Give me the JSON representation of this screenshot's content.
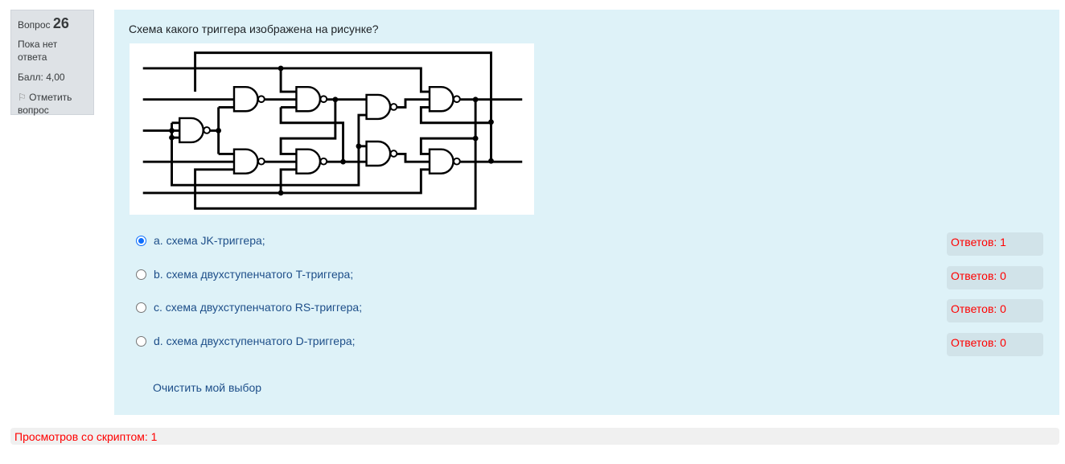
{
  "info": {
    "question_label": "Вопрос",
    "question_number": "26",
    "status": "Пока нет ответа",
    "score": "Балл: 4,00",
    "flag_label": "Отметить вопрос"
  },
  "question": {
    "text": "Схема какого триггера изображена на рисунке?"
  },
  "answers": [
    {
      "text": "a. схема JK-триггера;",
      "checked": true,
      "count": "Ответов: 1"
    },
    {
      "text": "b. схема двухступенчатого T-триггера;",
      "checked": false,
      "count": "Ответов: 0"
    },
    {
      "text": "c. схема двухступенчатого RS-триггера;",
      "checked": false,
      "count": "Ответов: 0"
    },
    {
      "text": "d. схема двухступенчатого D-триггера;",
      "checked": false,
      "count": "Ответов: 0"
    }
  ],
  "clear_label": "Очистить мой выбор",
  "footer": {
    "text": "Просмотров со скриптом: 1"
  },
  "colors": {
    "accent": "#0d6efd",
    "count_text": "#ff0000",
    "panel": "#def2f8"
  }
}
